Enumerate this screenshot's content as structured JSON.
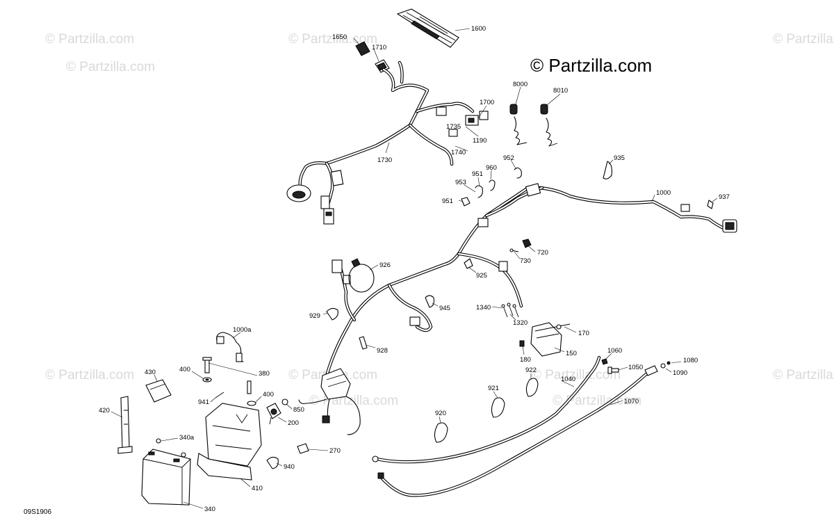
{
  "watermark": {
    "text": "© Partzilla.com",
    "color": "#d9d9d9"
  },
  "brand": {
    "text": "© Partzilla.com"
  },
  "diagram_code": "09S1906",
  "callouts": [
    {
      "id": "1600",
      "label": "1600"
    },
    {
      "id": "1650",
      "label": "1650"
    },
    {
      "id": "1710",
      "label": "1710"
    },
    {
      "id": "8000",
      "label": "8000"
    },
    {
      "id": "8010",
      "label": "8010"
    },
    {
      "id": "1700",
      "label": "1700"
    },
    {
      "id": "1735",
      "label": "1735"
    },
    {
      "id": "1190",
      "label": "1190"
    },
    {
      "id": "1740",
      "label": "1740"
    },
    {
      "id": "1730",
      "label": "1730"
    },
    {
      "id": "952",
      "label": "952"
    },
    {
      "id": "960",
      "label": "960"
    },
    {
      "id": "951a",
      "label": "951"
    },
    {
      "id": "953",
      "label": "953"
    },
    {
      "id": "951b",
      "label": "951"
    },
    {
      "id": "935",
      "label": "935"
    },
    {
      "id": "1000",
      "label": "1000"
    },
    {
      "id": "937",
      "label": "937"
    },
    {
      "id": "720",
      "label": "720"
    },
    {
      "id": "730",
      "label": "730"
    },
    {
      "id": "926",
      "label": "926"
    },
    {
      "id": "925",
      "label": "925"
    },
    {
      "id": "945",
      "label": "945"
    },
    {
      "id": "1340",
      "label": "1340"
    },
    {
      "id": "1320",
      "label": "1320"
    },
    {
      "id": "929",
      "label": "929"
    },
    {
      "id": "170",
      "label": "170"
    },
    {
      "id": "150",
      "label": "150"
    },
    {
      "id": "180",
      "label": "180"
    },
    {
      "id": "928",
      "label": "928"
    },
    {
      "id": "1000a",
      "label": "1000a"
    },
    {
      "id": "1060",
      "label": "1060"
    },
    {
      "id": "1080",
      "label": "1080"
    },
    {
      "id": "1050",
      "label": "1050"
    },
    {
      "id": "1090",
      "label": "1090"
    },
    {
      "id": "922",
      "label": "922"
    },
    {
      "id": "1040",
      "label": "1040"
    },
    {
      "id": "430",
      "label": "430"
    },
    {
      "id": "400a",
      "label": "400"
    },
    {
      "id": "380",
      "label": "380"
    },
    {
      "id": "400b",
      "label": "400"
    },
    {
      "id": "941",
      "label": "941"
    },
    {
      "id": "850",
      "label": "850"
    },
    {
      "id": "921",
      "label": "921"
    },
    {
      "id": "1070",
      "label": "1070"
    },
    {
      "id": "420",
      "label": "420"
    },
    {
      "id": "200",
      "label": "200"
    },
    {
      "id": "920",
      "label": "920"
    },
    {
      "id": "340a",
      "label": "340a"
    },
    {
      "id": "270",
      "label": "270"
    },
    {
      "id": "940",
      "label": "940"
    },
    {
      "id": "410",
      "label": "410"
    },
    {
      "id": "340",
      "label": "340"
    }
  ]
}
